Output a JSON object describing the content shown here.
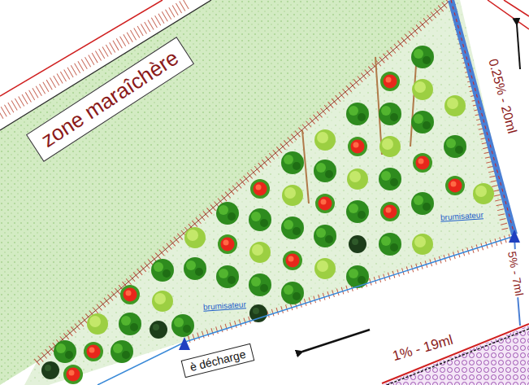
{
  "diagram": {
    "nodes": [
      {
        "text": [
          "zone maraîchère"
        ]
      },
      {
        "text": [
          "è décharge"
        ]
      }
    ],
    "labels": [
      "0.25% - 20ml",
      "5% - 7ml",
      "1% - 19ml",
      "brumisateur",
      "brumisateur"
    ]
  }
}
